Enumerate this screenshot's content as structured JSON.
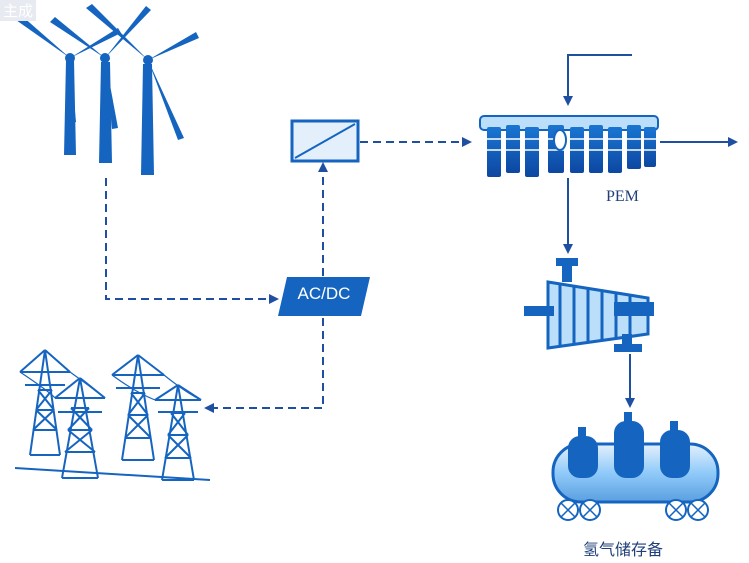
{
  "labels": {
    "watermark": "主成",
    "ac_dc": "AC/DC",
    "pem": "PEM",
    "storage": "氢气储存备"
  },
  "colors": {
    "primary_blue": "#1565c0",
    "dark_blue": "#0d47a1",
    "light_blue": "#64b5f6",
    "arrow_blue": "#1e4fa0",
    "label_text": "#1f3f7a"
  },
  "components": [
    "wind-turbines",
    "power-grid-towers",
    "ac-dc-converter",
    "dc-dc-converter",
    "pem-electrolyzer",
    "hydrogen-compressor",
    "hydrogen-storage-tanks"
  ]
}
